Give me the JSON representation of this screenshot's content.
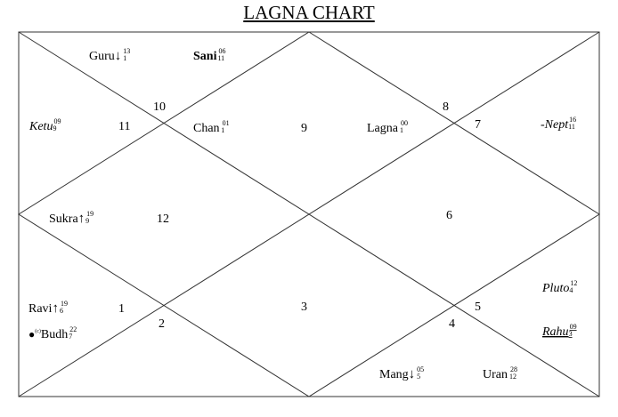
{
  "title": "LAGNA CHART",
  "house_numbers": {
    "h1": "1",
    "h2": "2",
    "h3": "3",
    "h4": "4",
    "h5": "5",
    "h6": "6",
    "h7": "7",
    "h8": "8",
    "h9": "9",
    "h10": "10",
    "h11": "11",
    "h12": "12"
  },
  "planets": {
    "guru": {
      "name": "Guru",
      "mark": "↓",
      "deg": "13",
      "sign": "1"
    },
    "sani": {
      "name": "Sani",
      "mark": "",
      "deg": "06",
      "sign": "11"
    },
    "ketu": {
      "name": "Ketu",
      "mark": "",
      "deg": "09",
      "sign": "9"
    },
    "chan": {
      "name": "Chan",
      "mark": "",
      "deg": "01",
      "sign": "1"
    },
    "lagna": {
      "name": "Lagna",
      "mark": "",
      "deg": "00",
      "sign": "1"
    },
    "nept": {
      "name": "-Nept",
      "mark": "",
      "deg": "16",
      "sign": "11"
    },
    "sukra": {
      "name": "Sukra",
      "mark": "↑",
      "deg": "19",
      "sign": "9"
    },
    "ravi": {
      "name": "Ravi",
      "mark": "↑",
      "deg": "19",
      "sign": "6"
    },
    "budh": {
      "name": "Budh",
      "prefix": "●",
      "prefix_sup": "(c)",
      "deg": "22",
      "sign": "7"
    },
    "pluto": {
      "name": "Pluto",
      "mark": "",
      "deg": "12",
      "sign": "4"
    },
    "rahu": {
      "name": "Rahu",
      "mark": "",
      "deg": "09",
      "sign": "3"
    },
    "mang": {
      "name": "Mang",
      "mark": "↓",
      "deg": "05",
      "sign": "5"
    },
    "uran": {
      "name": "Uran",
      "mark": "",
      "deg": "28",
      "sign": "12"
    }
  },
  "colors": {
    "line": "#333333",
    "text": "#000000"
  }
}
